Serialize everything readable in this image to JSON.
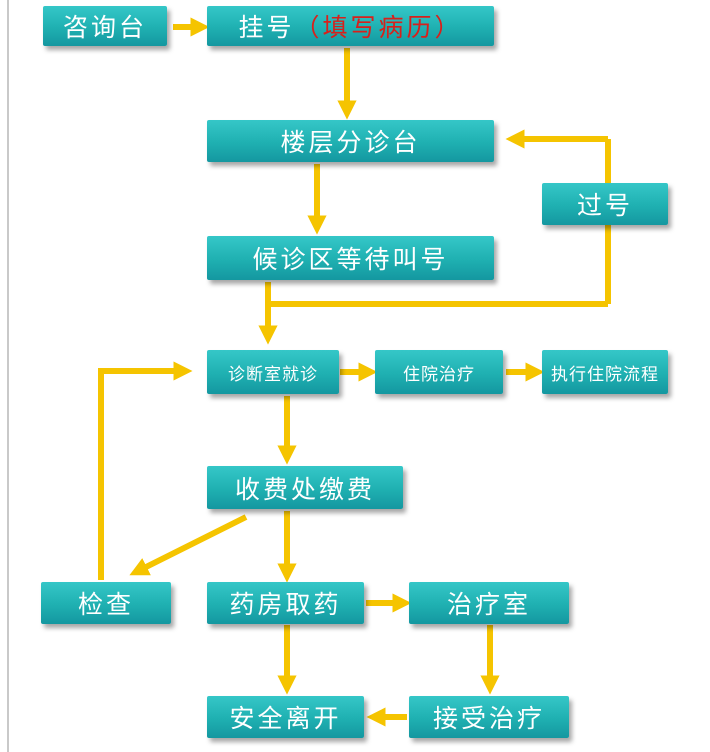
{
  "nodes": {
    "consult": "咨询台",
    "register": "挂号",
    "register_paren_open": "（",
    "register_note": "填写病历",
    "register_paren_close": "）",
    "triage": "楼层分诊台",
    "pass": "过号",
    "waiting": "候诊区等待叫号",
    "clinic": "诊断室就诊",
    "inpatient": "住院治疗",
    "inpatient_process": "执行住院流程",
    "payment": "收费处缴费",
    "exam": "检查",
    "pharmacy": "药房取药",
    "treatment_room": "治疗室",
    "leave": "安全离开",
    "receive_treatment": "接受治疗"
  },
  "colors": {
    "box": "#1fb0b1",
    "arrow": "#f5c400",
    "note": "#d8201b"
  }
}
